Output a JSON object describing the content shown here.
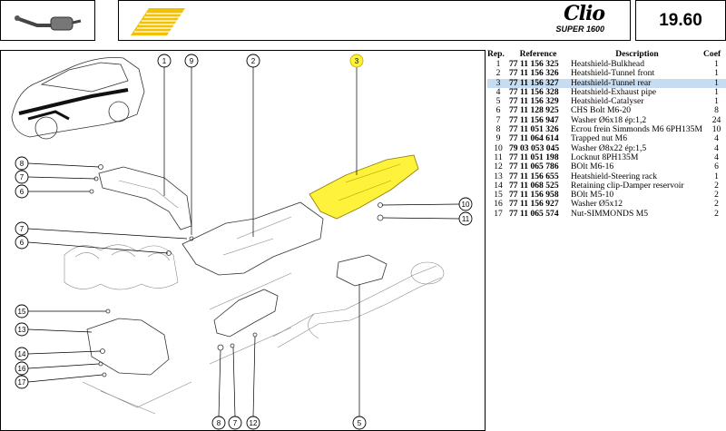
{
  "header": {
    "brand_top": "Clio",
    "brand_sub": "SUPER 1600",
    "page_number": "19.60",
    "thumbnail_icon": "exhaust-pipe-icon",
    "logo_icon": "renault-sport-stripes-icon"
  },
  "colors": {
    "highlight": "#fff23a",
    "row_selected": "#c6dcf0",
    "logo_yellow": "#f2c200"
  },
  "table": {
    "headers": {
      "rep": "Rep.",
      "ref": "Reference",
      "desc": "Description",
      "coef": "Coef"
    },
    "rows": [
      {
        "rep": "1",
        "ref": "77 11 156 325",
        "desc": "Heatshield-Bulkhead",
        "coef": "1"
      },
      {
        "rep": "2",
        "ref": "77 11 156 326",
        "desc": "Heatshield-Tunnel front",
        "coef": "1"
      },
      {
        "rep": "3",
        "ref": "77 11 156 327",
        "desc": "Heatshield-Tunnel rear",
        "coef": "1"
      },
      {
        "rep": "4",
        "ref": "77 11 156 328",
        "desc": "Heatshield-Exhaust pipe",
        "coef": "1"
      },
      {
        "rep": "5",
        "ref": "77 11 156 329",
        "desc": "Heatshield-Catalyser",
        "coef": "1"
      },
      {
        "rep": "6",
        "ref": "77 11 128 925",
        "desc": "CHS Bolt M6-20",
        "coef": "8"
      },
      {
        "rep": "7",
        "ref": "77 11 156 947",
        "desc": "Washer Ø6x18 ép:1,2",
        "coef": "24"
      },
      {
        "rep": "8",
        "ref": "77 11 051 326",
        "desc": "Ecrou frein Simmonds M6 6PH135M",
        "coef": "10"
      },
      {
        "rep": "9",
        "ref": "77 11 064 614",
        "desc": "Trapped nut M6",
        "coef": "4"
      },
      {
        "rep": "10",
        "ref": "79 03 053 045",
        "desc": "Washer Ø8x22 ép:1,5",
        "coef": "4"
      },
      {
        "rep": "11",
        "ref": "77 11 051 198",
        "desc": "Locknut 8PH135M",
        "coef": "4"
      },
      {
        "rep": "12",
        "ref": "77 11 065 786",
        "desc": "BOlt M6-16",
        "coef": "6"
      },
      {
        "rep": "13",
        "ref": "77 11 156 655",
        "desc": "Heatshield-Steering rack",
        "coef": "1"
      },
      {
        "rep": "14",
        "ref": "77 11 068 525",
        "desc": "Retaining clip-Damper reservoir",
        "coef": "2"
      },
      {
        "rep": "15",
        "ref": "77 11 156 958",
        "desc": "BOlt M5-10",
        "coef": "2"
      },
      {
        "rep": "16",
        "ref": "77 11 156 927",
        "desc": "Washer Ø5x12",
        "coef": "2"
      },
      {
        "rep": "17",
        "ref": "77 11 065 574",
        "desc": "Nut-SIMMONDS M5",
        "coef": "2"
      }
    ],
    "selected_rep": "3"
  },
  "callouts": {
    "top": [
      "1",
      "9",
      "2",
      "3"
    ],
    "left": [
      "8",
      "7",
      "6",
      "7",
      "6",
      "15",
      "13",
      "14",
      "16",
      "17"
    ],
    "right": [
      "10",
      "11"
    ],
    "bottom": [
      "8",
      "7",
      "12",
      "5"
    ]
  }
}
